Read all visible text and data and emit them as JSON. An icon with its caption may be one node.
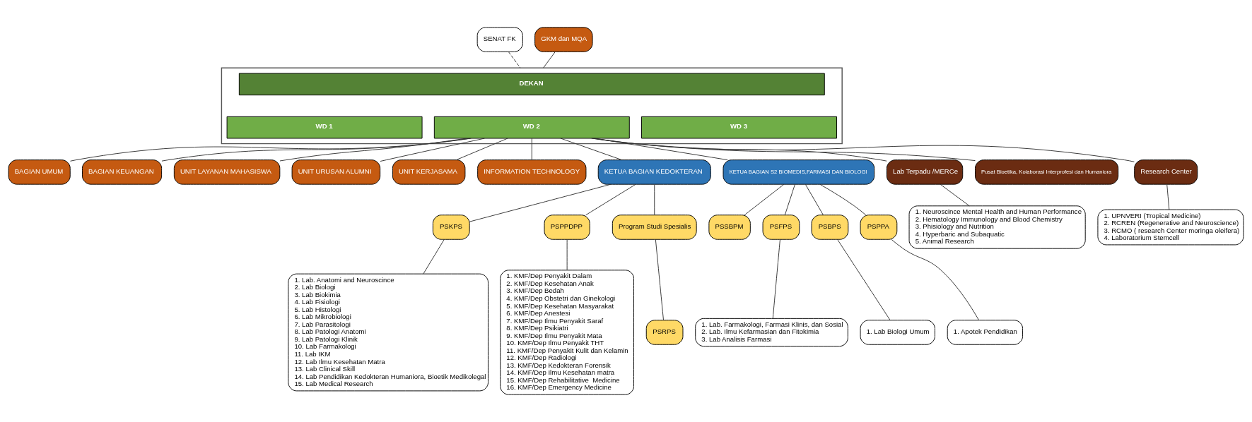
{
  "diagram": {
    "nodes": [
      {
        "text": [],
        "shape": "box"
      },
      {
        "text": [
          "DEKAN"
        ],
        "in": 0
      },
      {
        "text": [
          "WD 1"
        ],
        "in": 0
      },
      {
        "text": [
          "WD 2"
        ],
        "in": 0
      },
      {
        "text": [
          "WD 3"
        ],
        "in": 0
      },
      {
        "text": [
          "SENAT FK"
        ]
      },
      {
        "text": [
          "GKM dan MQA"
        ]
      },
      {
        "text": [
          "BAGIAN UMUM"
        ]
      },
      {
        "text": [
          "BAGIAN KEUANGAN"
        ]
      },
      {
        "text": [
          "UNIT LAYANAN MAHASISWA"
        ]
      },
      {
        "text": [
          "UNIT URUSAN ALUMNI"
        ]
      },
      {
        "text": [
          "UNIT KERJASAMA"
        ]
      },
      {
        "text": [
          "INFORMATION TECHNOLOGY"
        ]
      },
      {
        "text": [
          "KETUA BAGIAN KEDOKTERAN"
        ]
      },
      {
        "text": [
          "KETUA BAGIAN S2 BIOMEDIS,FARMASI DAN BIOLOGI"
        ]
      },
      {
        "text": [
          "Lab Terpadu /MERCe"
        ]
      },
      {
        "text": [
          "Pusat Bioetika, Kolaborasi Interprofesi dan Humaniora"
        ]
      },
      {
        "text": [
          "Research Center"
        ]
      },
      {
        "text": [
          "PSKPS"
        ]
      },
      {
        "text": [
          "PSPPDPP"
        ]
      },
      {
        "text": [
          "Program Studi Spesialis"
        ]
      },
      {
        "text": [
          "PSRPS"
        ]
      },
      {
        "text": [
          "PSSBPM"
        ]
      },
      {
        "text": [
          "PSFPS"
        ]
      },
      {
        "text": [
          "PSBPS"
        ]
      },
      {
        "text": [
          "PSPPA"
        ]
      },
      {
        "text": [
          "1. Lab. Anatomi and Neuroscince",
          "2. Lab Biologi",
          "3. Lab Biokimia",
          "4. Lab Fisiologi",
          "5. Lab Histologi",
          "6. Lab Mikrobiologi",
          "7. Lab Parasitologi",
          "8. Lab Patologi Anatomi",
          "9. Lab Patologi Klinik",
          "10. Lab Farmakologi",
          "11. Lab IKM",
          "12. Lab Ilmu Kesehatan Matra",
          "13. Lab Clinical Skill",
          "14. Lab Pendidikan Kedokteran Humaniora, Bioetik Medikolegal",
          "15. Lab Medical Research"
        ]
      },
      {
        "text": [
          "1. KMF/Dep Penyakit Dalam",
          "2. KMF/Dep Kesehatan Anak",
          "3. KMF/Dep Bedah",
          "4. KMF/Dep Obstetri dan Ginekologi",
          "5. KMF/Dep Kesehatan Masyarakat",
          "6. KMF/Dep Anestesi",
          "7. KMF/Dep Ilmu Penyakit Saraf",
          "8. KMF/Dep Psikiatri",
          "9. KMF/Dep Ilmu Penyakit Mata",
          "10. KMF/Dep Ilmu Penyakit THT",
          "11. KMF/Dep Penyakit Kulit dan Kelamin",
          "12. KMF/Dep Radiologi",
          "13. KMF/Dep Kedokteran Forensik",
          "14. KMF/Dep Ilmu Kesehatan matra",
          "15. KMF/Dep Rehabilitative  Medicine",
          "16. KMF/Dep Emergency Medicine"
        ]
      },
      {
        "text": [
          "1. Lab. Farmakologi, Farmasi Klinis, dan Sosial",
          "2. Lab. Ilmu Kefarmasian dan Fitokimia",
          "3. Lab Analisis Farmasi"
        ]
      },
      {
        "text": [
          "1. Lab Biologi Umum"
        ]
      },
      {
        "text": [
          "1. Apotek Pendidikan"
        ]
      },
      {
        "text": [
          "1. Neuroscince Mental Health and Human Performance",
          "2. Hematology Immunology and Blood Chemistry",
          "3. Phisiology and Nutrition",
          "4. Hyperbaric and Subaquatic",
          "5. Animal Research"
        ]
      },
      {
        "text": [
          "1. UPNVERI (Tropical Medicine)",
          "2. RCREN (Regenerative and Neuroscience)",
          "3. RCMO ( research Center moringa oleifera)",
          "4. Laboratorium Stemcell"
        ]
      }
    ],
    "edges": [
      {
        "from": 5,
        "to": 0,
        "arrow": "none",
        "style": "dashed"
      },
      {
        "from": 6,
        "to": 0,
        "arrow": "none"
      },
      {
        "from": 3,
        "to": 7,
        "arrow": "none"
      },
      {
        "from": 3,
        "to": 8,
        "arrow": "none"
      },
      {
        "from": 3,
        "to": 9,
        "arrow": "none"
      },
      {
        "from": 3,
        "to": 10,
        "arrow": "none"
      },
      {
        "from": 3,
        "to": 11,
        "arrow": "none"
      },
      {
        "from": 3,
        "to": 12,
        "arrow": "none"
      },
      {
        "from": 3,
        "to": 13,
        "arrow": "none"
      },
      {
        "from": 3,
        "to": 14,
        "arrow": "none"
      },
      {
        "from": 3,
        "to": 15,
        "arrow": "none"
      },
      {
        "from": 3,
        "to": 16,
        "arrow": "none"
      },
      {
        "from": 3,
        "to": 17,
        "arrow": "none"
      },
      {
        "from": 13,
        "to": 18,
        "arrow": "none"
      },
      {
        "from": 13,
        "to": 19,
        "arrow": "none"
      },
      {
        "from": 13,
        "to": 20,
        "arrow": "none"
      },
      {
        "from": 20,
        "to": 21,
        "arrow": "none"
      },
      {
        "from": 14,
        "to": 22,
        "arrow": "none"
      },
      {
        "from": 14,
        "to": 23,
        "arrow": "none"
      },
      {
        "from": 14,
        "to": 24,
        "arrow": "none"
      },
      {
        "from": 14,
        "to": 25,
        "arrow": "none"
      },
      {
        "from": 18,
        "to": 26,
        "arrow": "none"
      },
      {
        "from": 19,
        "to": 27,
        "arrow": "none"
      },
      {
        "from": 23,
        "to": 28,
        "arrow": "none"
      },
      {
        "from": 24,
        "to": 29,
        "arrow": "none"
      },
      {
        "from": 25,
        "to": 30,
        "arrow": "none"
      },
      {
        "from": 15,
        "to": 31,
        "arrow": "none"
      },
      {
        "from": 17,
        "to": 32,
        "arrow": "none"
      }
    ]
  }
}
